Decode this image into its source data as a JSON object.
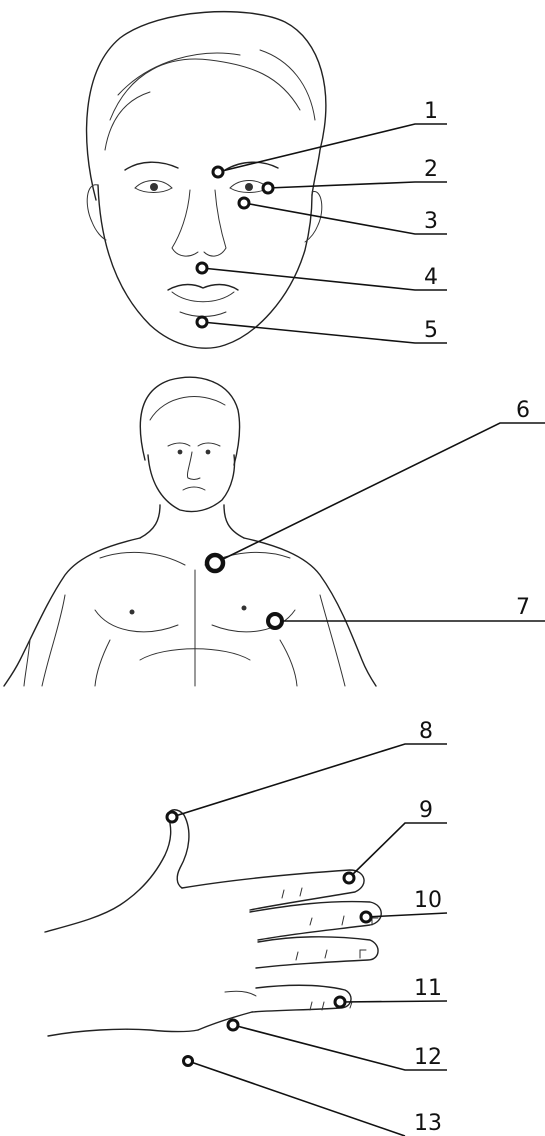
{
  "points": [
    {
      "label": "1"
    },
    {
      "label": "2"
    },
    {
      "label": "3"
    },
    {
      "label": "4"
    },
    {
      "label": "5"
    },
    {
      "label": "6"
    },
    {
      "label": "7"
    },
    {
      "label": "8"
    },
    {
      "label": "9"
    },
    {
      "label": "10"
    },
    {
      "label": "11"
    },
    {
      "label": "12"
    },
    {
      "label": "13"
    }
  ],
  "colors": {
    "ink": "#111111",
    "background": "#ffffff"
  }
}
